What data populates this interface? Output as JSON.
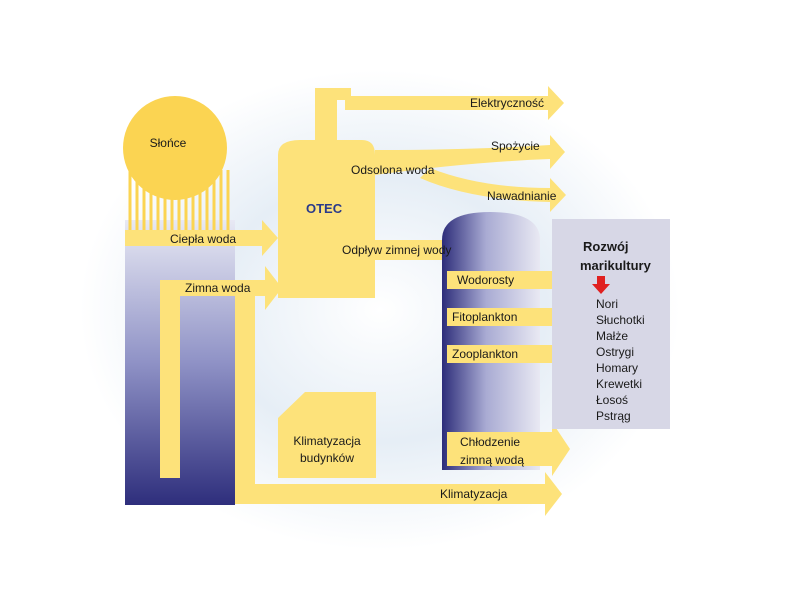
{
  "sun": {
    "label": "Słońce"
  },
  "otec": {
    "label": "OTEC"
  },
  "flows": {
    "warm_water": "Ciepła woda",
    "cold_water": "Zimna woda",
    "desalinated": "Odsolona woda",
    "cold_outflow": "Odpływ zimnej wody"
  },
  "outputs": {
    "electricity": "Elektryczność",
    "consumption": "Spożycie",
    "irrigation": "Nawadnianie",
    "cooling_line1": "Chłodzenie",
    "cooling_line2": "zimną wodą",
    "air_conditioning": "Klimatyzacja"
  },
  "building": {
    "line1": "Klimatyzacja",
    "line2": "budynków"
  },
  "tank_items": [
    "Wodorosty",
    "Fitoplankton",
    "Zooplankton"
  ],
  "mariculture": {
    "title_line1": "Rozwój",
    "title_line2": "marikultury",
    "items": [
      "Nori",
      "Słuchotki",
      "Małże",
      "Ostrygi",
      "Homary",
      "Krewetki",
      "Łosoś",
      "Pstrąg"
    ]
  },
  "colors": {
    "yellow": "#fde27a",
    "sun": "#fbd452",
    "text": "#1a1a1a",
    "otec_text": "#2a3a8a",
    "navy": "#2d2d7a",
    "panel": "#d7d7e6",
    "red_arrow": "#e02020"
  }
}
